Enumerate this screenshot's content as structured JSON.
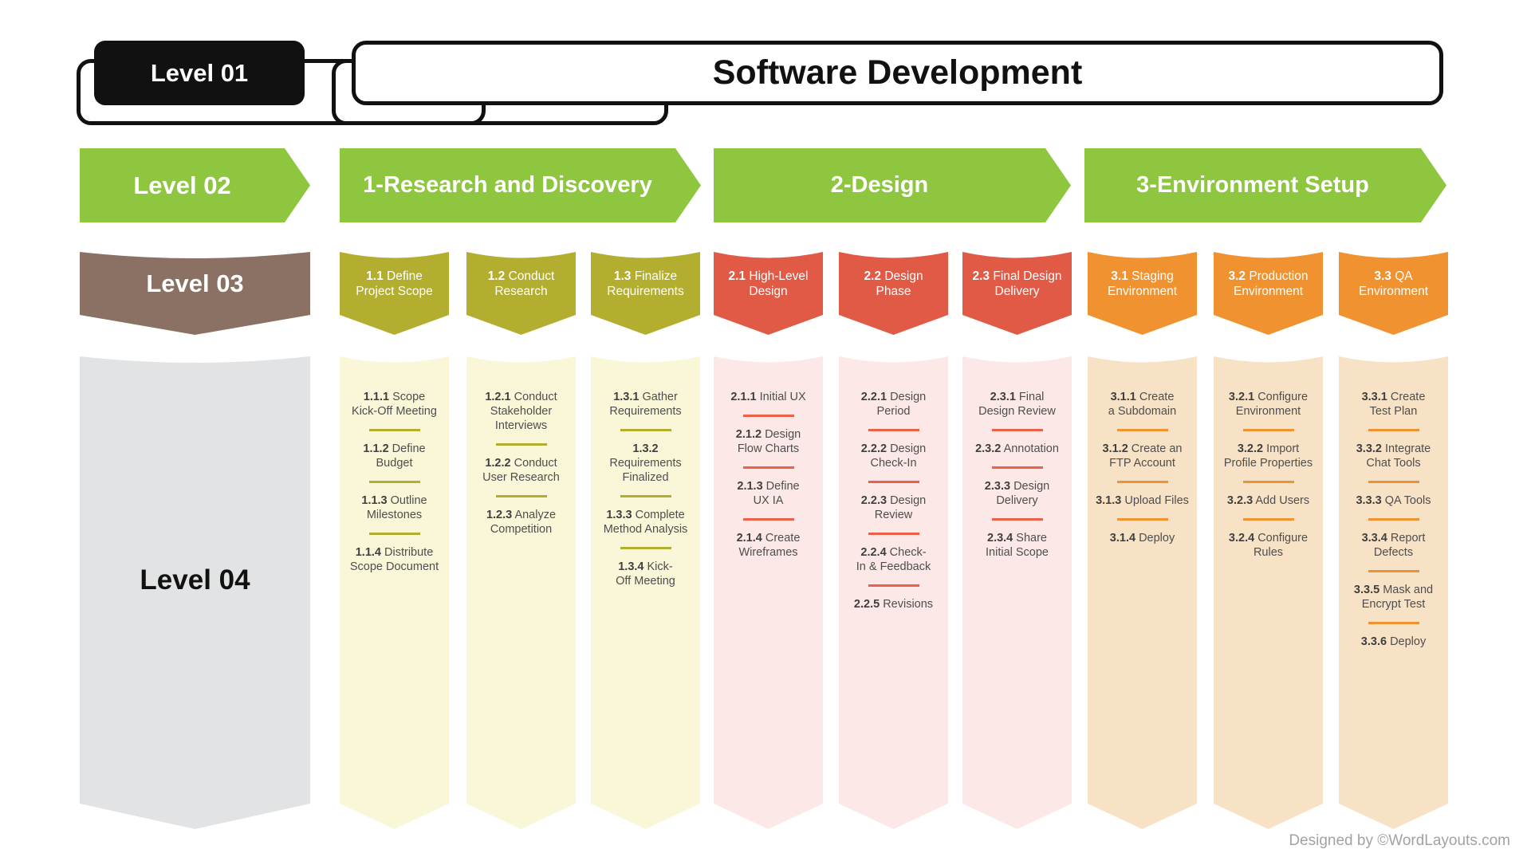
{
  "header": {
    "level_label": "Level 01",
    "title": "Software Development"
  },
  "level2_label": "Level 02",
  "level3_label": "Level 03",
  "level4_label": "Level 04",
  "credit": "Designed by ©WordLayouts.com",
  "colors": {
    "green": "#8fc640",
    "olive": "#b4ae30",
    "red": "#e15a46",
    "orange": "#f0922f",
    "brown": "#8a7164",
    "black": "#111111",
    "gray_column": "#e1e3e4",
    "pale_yellow": "#faf7d8",
    "pale_pink": "#fce9e7",
    "pale_orange": "#f8e2c6",
    "divider_red": "#ea6049",
    "item_text": "#4e4e4e",
    "credit_text": "#a2a2a2"
  },
  "phases": [
    {
      "label": "1-Research and Discovery",
      "theme": "olive",
      "groups": [
        {
          "num": "1.1",
          "text": "Define Project Scope",
          "items": [
            {
              "num": "1.1.1",
              "text": "Scope Kick-Off Meeting"
            },
            {
              "num": "1.1.2",
              "text": "Define Budget"
            },
            {
              "num": "1.1.3",
              "text": "Outline Milestones"
            },
            {
              "num": "1.1.4",
              "text": "Distribute Scope Document"
            }
          ]
        },
        {
          "num": "1.2",
          "text": "Conduct Research",
          "items": [
            {
              "num": "1.2.1",
              "text": "Conduct Stakeholder Interviews"
            },
            {
              "num": "1.2.2",
              "text": "Conduct User Research"
            },
            {
              "num": "1.2.3",
              "text": "Analyze Competition"
            }
          ]
        },
        {
          "num": "1.3",
          "text": "Finalize Requirements",
          "items": [
            {
              "num": "1.3.1",
              "text": "Gather Requirements"
            },
            {
              "num": "1.3.2",
              "text": "Requirements Finalized"
            },
            {
              "num": "1.3.3",
              "text": "Complete Method Analysis"
            },
            {
              "num": "1.3.4",
              "text": "Kick-Off Meeting"
            }
          ]
        }
      ]
    },
    {
      "label": "2-Design",
      "theme": "red",
      "groups": [
        {
          "num": "2.1",
          "text": "High-Level Design",
          "items": [
            {
              "num": "2.1.1",
              "text": "Initial UX"
            },
            {
              "num": "2.1.2",
              "text": "Design Flow Charts"
            },
            {
              "num": "2.1.3",
              "text": "Define UX IA"
            },
            {
              "num": "2.1.4",
              "text": "Create Wireframes"
            }
          ]
        },
        {
          "num": "2.2",
          "text": "Design Phase",
          "items": [
            {
              "num": "2.2.1",
              "text": "Design Period"
            },
            {
              "num": "2.2.2",
              "text": "Design Check-In"
            },
            {
              "num": "2.2.3",
              "text": "Design Review"
            },
            {
              "num": "2.2.4",
              "text": "Check-In & Feedback"
            },
            {
              "num": "2.2.5",
              "text": "Revisions"
            }
          ]
        },
        {
          "num": "2.3",
          "text": "Final Design Delivery",
          "items": [
            {
              "num": "2.3.1",
              "text": "Final Design Review"
            },
            {
              "num": "2.3.2",
              "text": "Annotation"
            },
            {
              "num": "2.3.3",
              "text": "Design Delivery"
            },
            {
              "num": "2.3.4",
              "text": "Share Initial Scope"
            }
          ]
        }
      ]
    },
    {
      "label": "3-Environment Setup",
      "theme": "orange",
      "groups": [
        {
          "num": "3.1",
          "text": "Staging Environment",
          "items": [
            {
              "num": "3.1.1",
              "text": "Create a Subdomain"
            },
            {
              "num": "3.1.2",
              "text": "Create an FTP Account"
            },
            {
              "num": "3.1.3",
              "text": "Upload Files"
            },
            {
              "num": "3.1.4",
              "text": "Deploy"
            }
          ]
        },
        {
          "num": "3.2",
          "text": "Production Environment",
          "items": [
            {
              "num": "3.2.1",
              "text": "Configure Environment"
            },
            {
              "num": "3.2.2",
              "text": "Import Profile Properties"
            },
            {
              "num": "3.2.3",
              "text": "Add Users"
            },
            {
              "num": "3.2.4",
              "text": "Configure Rules"
            }
          ]
        },
        {
          "num": "3.3",
          "text": "QA Environment",
          "items": [
            {
              "num": "3.3.1",
              "text": "Create Test Plan"
            },
            {
              "num": "3.3.2",
              "text": "Integrate Chat Tools"
            },
            {
              "num": "3.3.3",
              "text": "QA Tools"
            },
            {
              "num": "3.3.4",
              "text": "Report Defects"
            },
            {
              "num": "3.3.5",
              "text": "Mask and Encrypt Test"
            },
            {
              "num": "3.3.6",
              "text": "Deploy"
            }
          ]
        }
      ]
    }
  ]
}
